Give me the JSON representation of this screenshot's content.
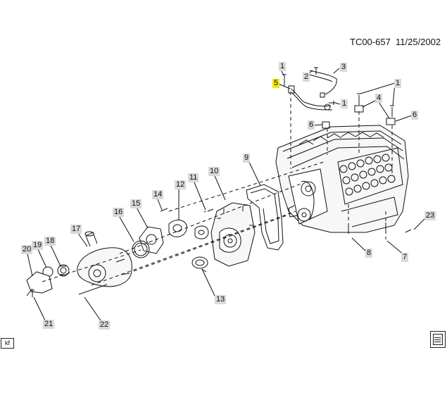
{
  "header": {
    "doc_id": "TC00-657",
    "date": "11/25/2002"
  },
  "footer": {
    "kf_label": "kf",
    "doc_icon": "document-icon"
  },
  "highlighted_callout": "5",
  "callouts": [
    {
      "id": "c1a",
      "label": "1"
    },
    {
      "id": "c2",
      "label": "2"
    },
    {
      "id": "c3",
      "label": "3"
    },
    {
      "id": "c5",
      "label": "5"
    },
    {
      "id": "c1b",
      "label": "1"
    },
    {
      "id": "c6a",
      "label": "6"
    },
    {
      "id": "c4",
      "label": "4"
    },
    {
      "id": "c1c",
      "label": "1"
    },
    {
      "id": "c6b",
      "label": "6"
    },
    {
      "id": "c9",
      "label": "9"
    },
    {
      "id": "c10",
      "label": "10"
    },
    {
      "id": "c11",
      "label": "11"
    },
    {
      "id": "c12",
      "label": "12"
    },
    {
      "id": "c14",
      "label": "14"
    },
    {
      "id": "c15",
      "label": "15"
    },
    {
      "id": "c16",
      "label": "16"
    },
    {
      "id": "c17",
      "label": "17"
    },
    {
      "id": "c18",
      "label": "18"
    },
    {
      "id": "c19",
      "label": "19"
    },
    {
      "id": "c20",
      "label": "20"
    },
    {
      "id": "c13",
      "label": "13"
    },
    {
      "id": "c8",
      "label": "8"
    },
    {
      "id": "c7",
      "label": "7"
    },
    {
      "id": "c23",
      "label": "23"
    },
    {
      "id": "c21",
      "label": "21"
    },
    {
      "id": "c22",
      "label": "22"
    }
  ],
  "colors": {
    "line": "#111111",
    "callout_bg": "#d9d9d9",
    "highlight": "#f2e60a"
  }
}
